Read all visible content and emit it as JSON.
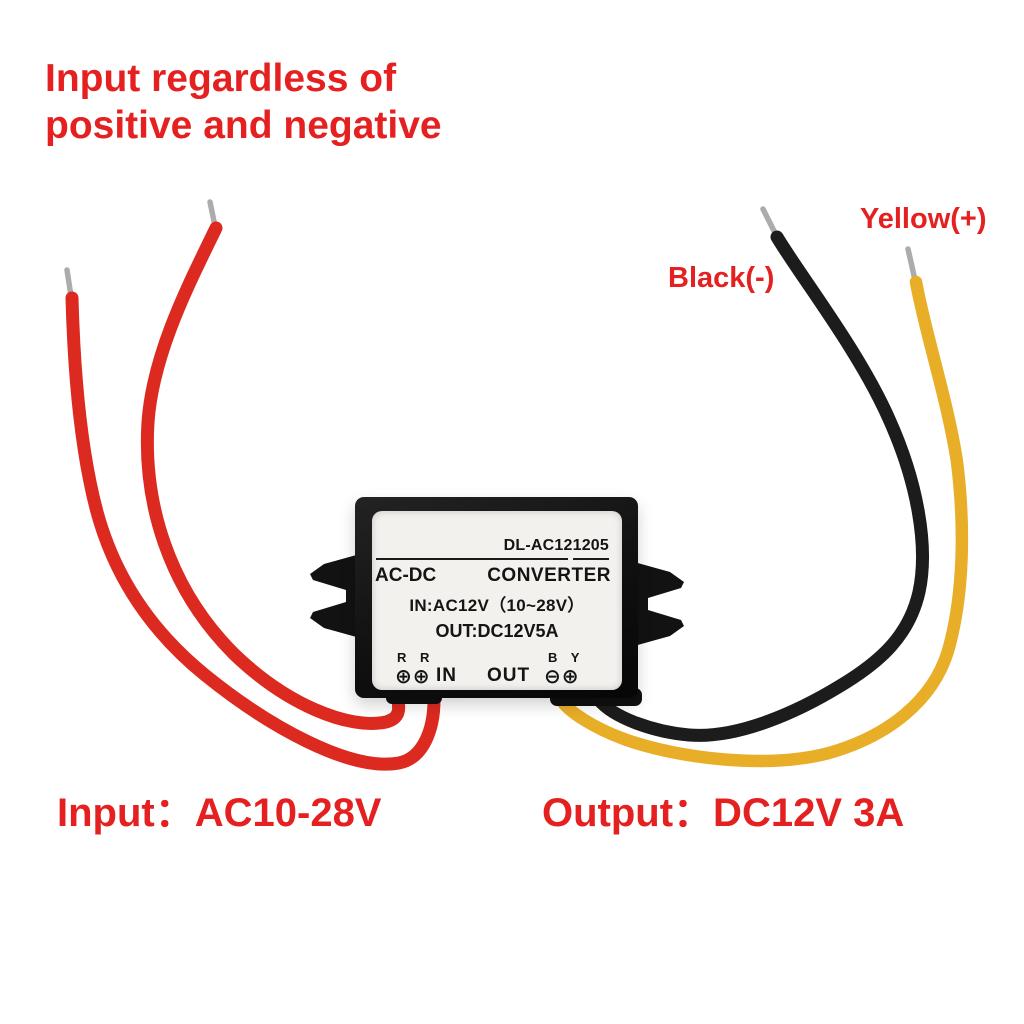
{
  "annotations": {
    "heading": {
      "line1": "Input regardless of",
      "line2": "positive and negative"
    },
    "yellow_wire_label": "Yellow(+)",
    "black_wire_label": "Black(-)",
    "input_spec": "Input：AC10-28V",
    "output_spec": "Output：DC12V 3A",
    "text_color": "#e52020"
  },
  "device": {
    "model": "DL-AC121205",
    "type_left": "AC-DC",
    "type_right": "CONVERTER",
    "input_rating": "IN:AC12V（10~28V）",
    "output_rating": "OUT:DC12V5A",
    "terminals": {
      "input_wire_codes": "R R",
      "input_symbols": "⊕⊕",
      "input_label": "IN",
      "output_label": "OUT",
      "output_symbols": "⊖⊕",
      "output_wire_codes": "B Y"
    },
    "body_color": "#141414",
    "label_bg_color": "#f2f1ee",
    "label_text_color": "#141414"
  },
  "wires": {
    "red": {
      "color": "#dc2a20"
    },
    "yellow": {
      "color": "#e8ae27"
    },
    "black": {
      "color": "#1c1c1c"
    },
    "tip_color": "#acacac"
  }
}
